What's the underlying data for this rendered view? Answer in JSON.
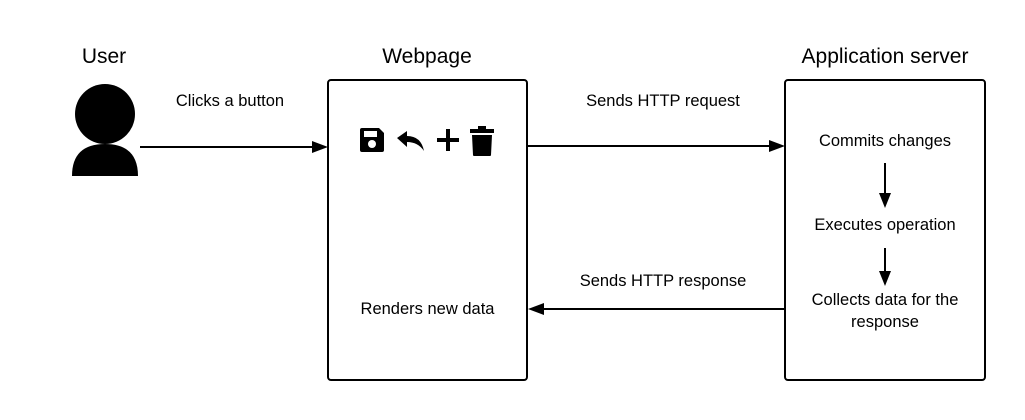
{
  "actors": {
    "user": {
      "title": "User",
      "icon": "user-icon"
    },
    "webpage": {
      "title": "Webpage",
      "render_label": "Renders new data"
    },
    "server": {
      "title": "Application server",
      "steps": [
        "Commits changes",
        "Executes operation",
        "Collects data for the response"
      ]
    }
  },
  "arrows": {
    "click": "Clicks a button",
    "request": "Sends HTTP request",
    "response": "Sends HTTP response"
  },
  "toolbar_icons": [
    "save-icon",
    "undo-icon",
    "plus-icon",
    "trash-icon"
  ]
}
